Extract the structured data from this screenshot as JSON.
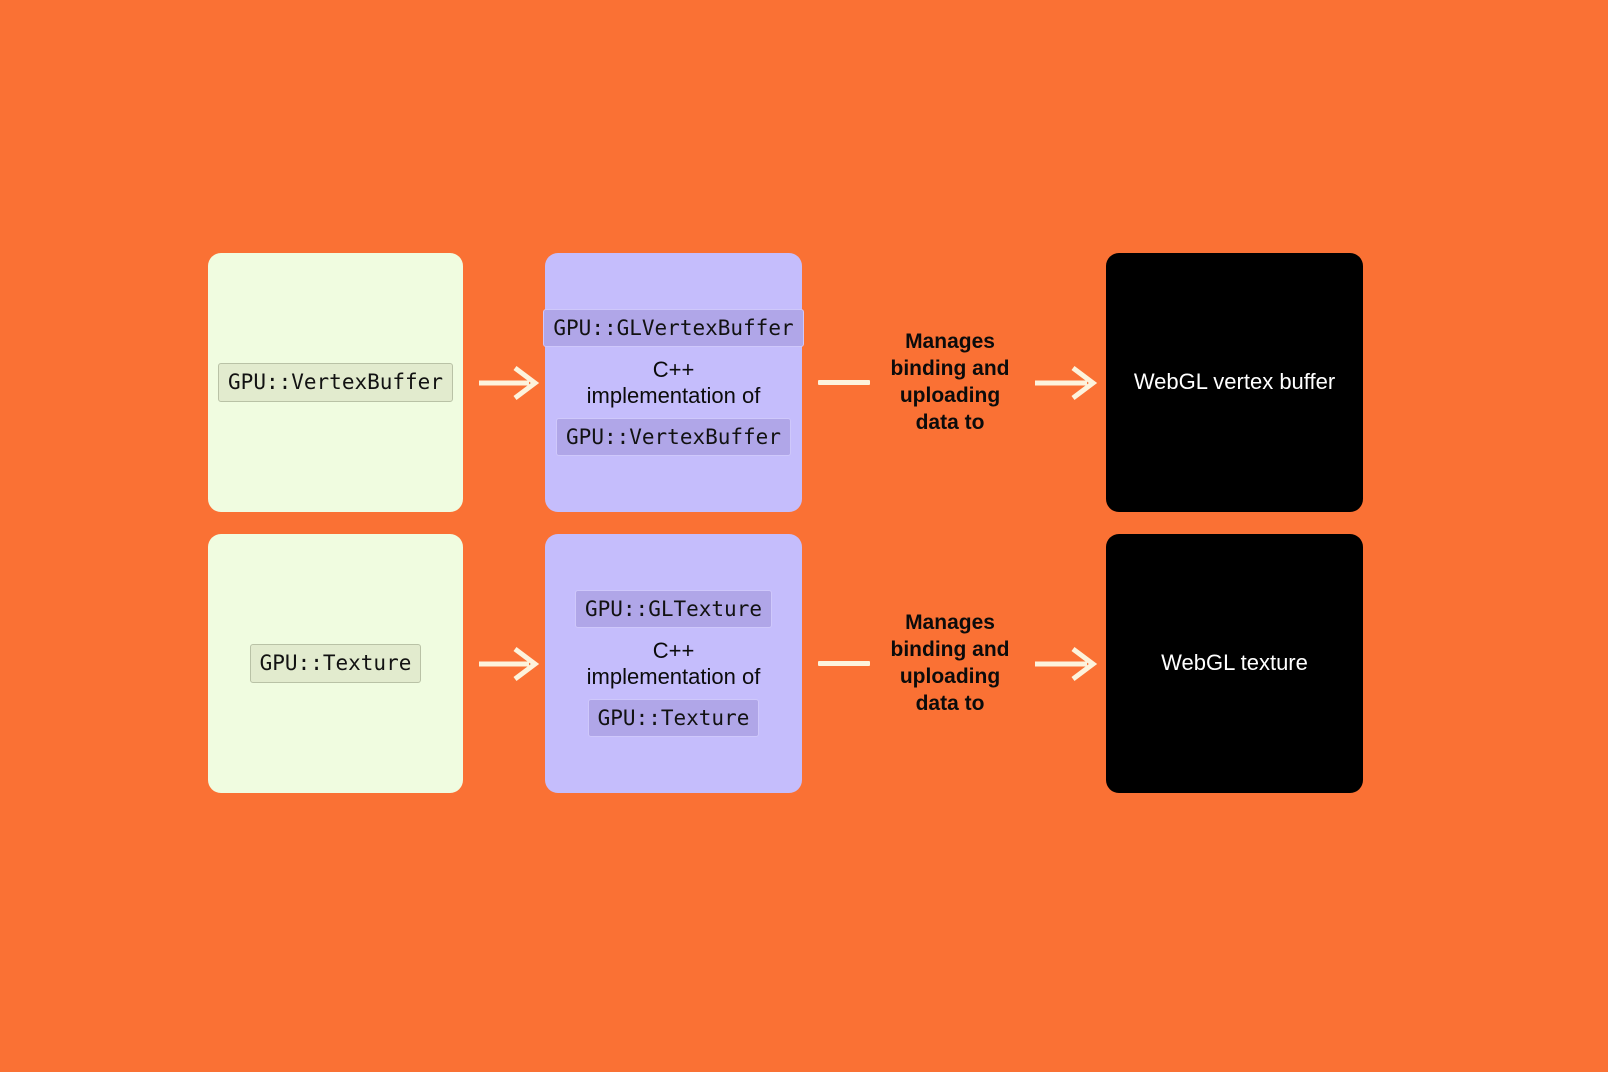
{
  "theme": {
    "background": "#FA7134",
    "api_box_fill": "#F0FCE0",
    "impl_box_fill": "#C5BDFC",
    "native_box_fill": "#000000",
    "connector_color": "#FDF3DC",
    "chip_green_fill": "#E2EBCE",
    "chip_purple_fill": "#B0A6E8",
    "text_dark": "#0B0B0B",
    "text_light": "#FFFFFF"
  },
  "diagram": {
    "type": "flow-diagram",
    "orientation": "left-to-right",
    "rows": [
      {
        "id": "vertex-buffer",
        "api": {
          "chip": "GPU::VertexBuffer"
        },
        "impl": {
          "chip_top": "GPU::GLVertexBuffer",
          "description": "C++\nimplementation of",
          "chip_bottom": "GPU::VertexBuffer"
        },
        "edge_label": "Manages\nbinding and\nuploading\ndata to",
        "native": {
          "label": "WebGL vertex buffer"
        }
      },
      {
        "id": "texture",
        "api": {
          "chip": "GPU::Texture"
        },
        "impl": {
          "chip_top": "GPU::GLTexture",
          "description": "C++\nimplementation of",
          "chip_bottom": "GPU::Texture"
        },
        "edge_label": "Manages\nbinding and\nuploading\ndata to",
        "native": {
          "label": "WebGL texture"
        }
      }
    ]
  }
}
